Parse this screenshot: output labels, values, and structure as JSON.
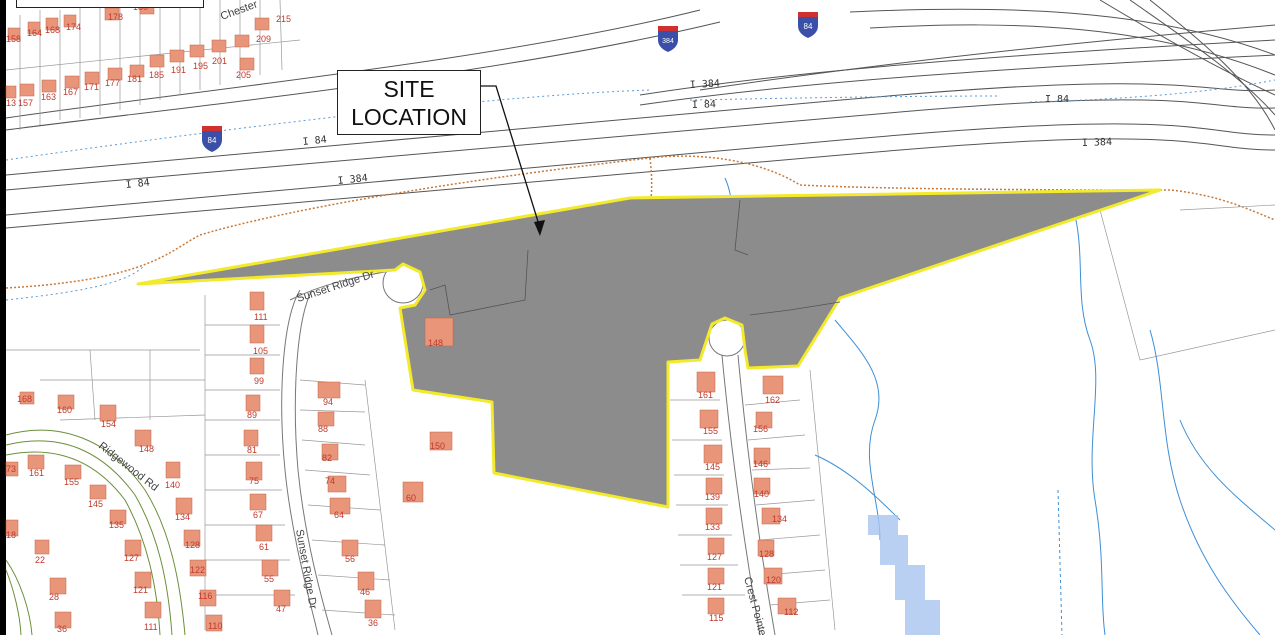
{
  "callout": {
    "line1": "SITE",
    "line2": "LOCATION"
  },
  "highways": {
    "i84_shields": [
      "84",
      "84"
    ],
    "i384_shield": "384",
    "labels": [
      "I 384",
      "I 84",
      "I 84",
      "I 84",
      "I 384",
      "I 384",
      "I 84"
    ]
  },
  "streets": {
    "sunset_ridge_top": "Sunset Ridge Dr",
    "sunset_ridge_vertical": "Sunset Ridge Dr",
    "ridgewood": "Ridgewood Rd",
    "crest_pointe": "Crest Pointe Dr",
    "chester_partial": "Chester"
  },
  "lots": {
    "north_row": [
      "158",
      "164",
      "168",
      "174",
      "178",
      "180",
      "215",
      "209",
      "157",
      "163",
      "167",
      "171",
      "177",
      "181",
      "185",
      "191",
      "195",
      "201",
      "205",
      "13"
    ],
    "sunset_west": [
      "111",
      "105",
      "99",
      "89",
      "81",
      "75",
      "67",
      "61",
      "55",
      "47"
    ],
    "sunset_east": [
      "94",
      "88",
      "82",
      "74",
      "64",
      "56",
      "46",
      "36"
    ],
    "site_adjacent": [
      "148",
      "150",
      "60"
    ],
    "crest_west": [
      "161",
      "155",
      "145",
      "139",
      "133",
      "127",
      "121",
      "115"
    ],
    "crest_east": [
      "162",
      "156",
      "146",
      "140",
      "134",
      "128",
      "120",
      "112"
    ],
    "ridgewood_area": [
      "168",
      "160",
      "154",
      "148",
      "140",
      "134",
      "128",
      "122",
      "116",
      "110",
      "73",
      "161",
      "155",
      "145",
      "135",
      "127",
      "121",
      "111",
      "22",
      "28",
      "36",
      "18"
    ]
  },
  "colors": {
    "site_fill": "#8c8c8c",
    "site_outline": "#f2ea2a",
    "building": "#e8957a",
    "lot_number": "#c0392b",
    "stream": "#3d8fd6",
    "road_line": "#555555"
  }
}
